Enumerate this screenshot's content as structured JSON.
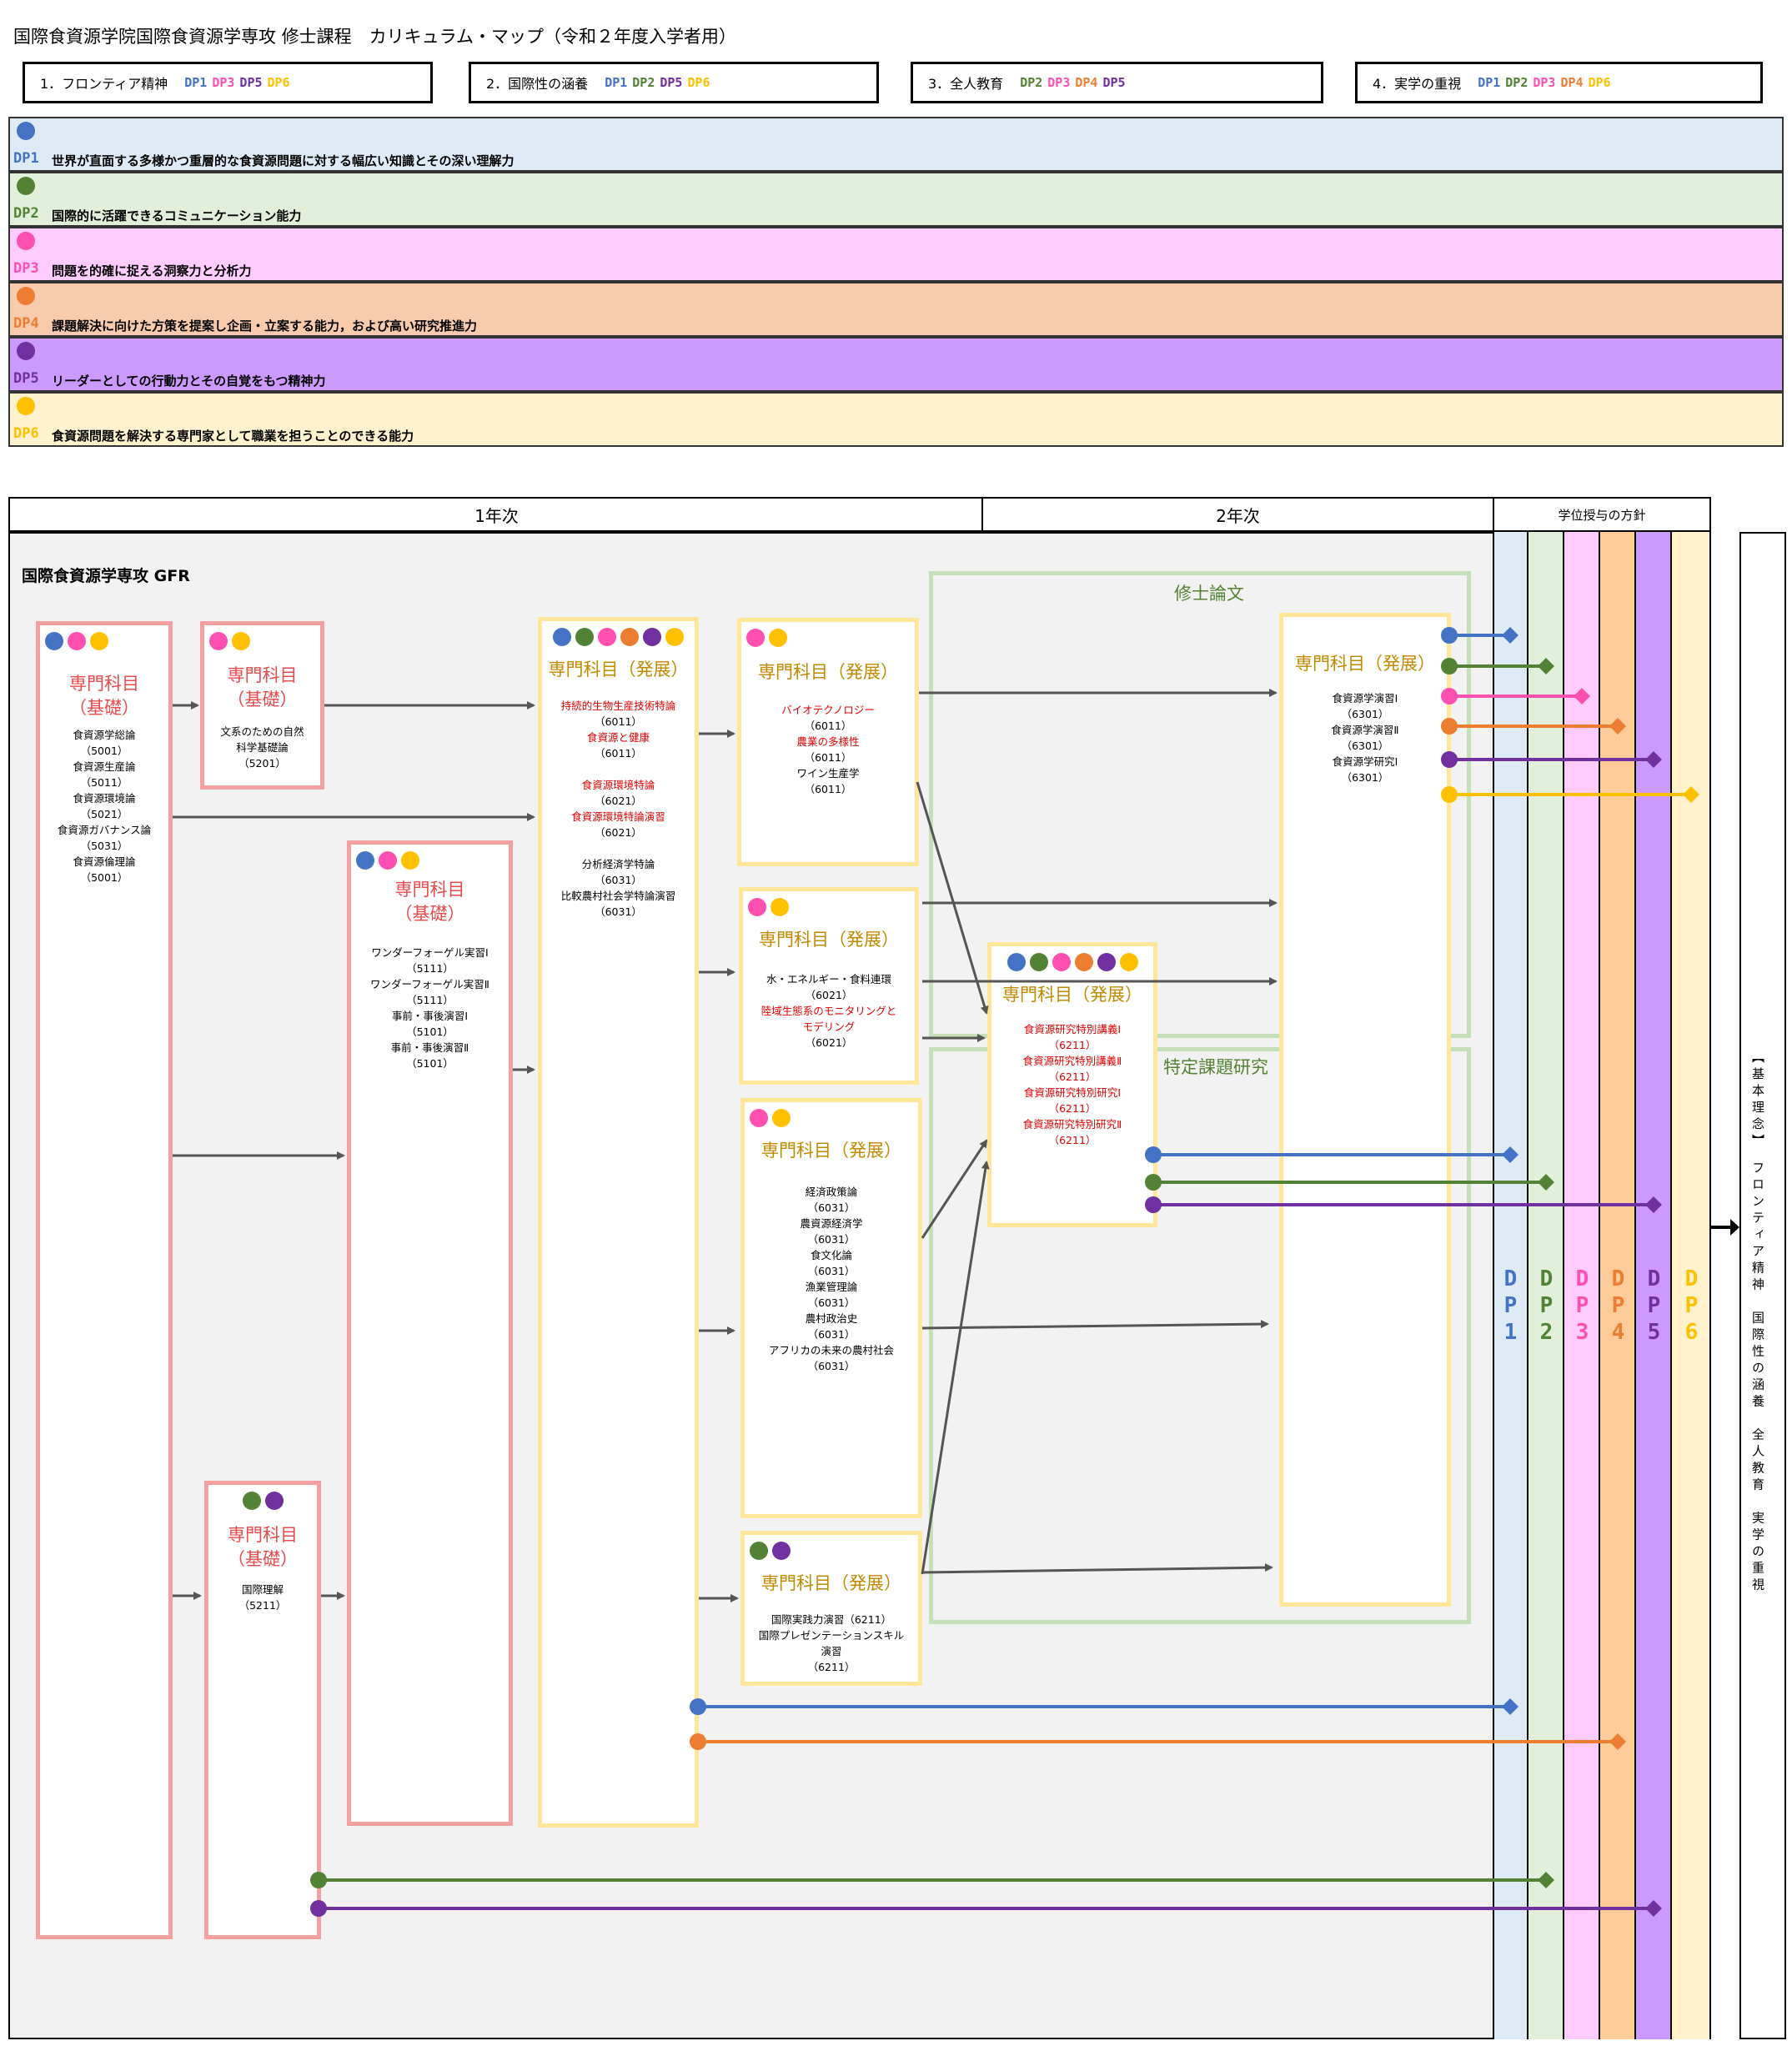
{
  "title": "国際食資源学院国際食資源学専攻 修士課程　カリキュラム・マップ（令和２年度入学者用）",
  "colors": {
    "DP1": "#4472c4",
    "DP2": "#548235",
    "DP3": "#ff4fb0",
    "DP4": "#ed7d31",
    "DP5": "#7030a0",
    "DP6": "#ffc000"
  },
  "policies": [
    {
      "label": "1．フロンティア精神",
      "dps": [
        "DP1",
        "DP3",
        "DP5",
        "DP6"
      ]
    },
    {
      "label": "2．国際性の涵養",
      "dps": [
        "DP1",
        "DP2",
        "DP5",
        "DP6"
      ]
    },
    {
      "label": "3．全人教育",
      "dps": [
        "DP2",
        "DP3",
        "DP4",
        "DP5"
      ]
    },
    {
      "label": "4．実学の重視",
      "dps": [
        "DP1",
        "DP2",
        "DP3",
        "DP4",
        "DP6"
      ]
    }
  ],
  "dp_bands": [
    {
      "label": "DP1",
      "text": "世界が直面する多様かつ重層的な食資源問題に対する幅広い知識とその深い理解力"
    },
    {
      "label": "DP2",
      "text": "国際的に活躍できるコミュニケーション能力"
    },
    {
      "label": "DP3",
      "text": "問題を的確に捉える洞察力と分析力"
    },
    {
      "label": "DP4",
      "text": "課題解決に向けた方策を提案し企画・立案する能力，および高い研究推進力"
    },
    {
      "label": "DP5",
      "text": "リーダーとしての行動力とその自覚をもつ精神力"
    },
    {
      "label": "DP6",
      "text": "食資源問題を解決する専門家として職業を担うことのできる能力"
    }
  ],
  "year1": "1年次",
  "year2": "2年次",
  "policy_header": "学位授与の方針",
  "program_label": "国際食資源学専攻 GFR",
  "thesis_label": "修士論文",
  "project_label": "特定課題研究",
  "dp_columns": [
    {
      "letters": [
        "D",
        "P",
        "1"
      ]
    },
    {
      "letters": [
        "D",
        "P",
        "2"
      ]
    },
    {
      "letters": [
        "D",
        "P",
        "3"
      ]
    },
    {
      "letters": [
        "D",
        "P",
        "4"
      ]
    },
    {
      "letters": [
        "D",
        "P",
        "5"
      ]
    },
    {
      "letters": [
        "D",
        "P",
        "6"
      ]
    }
  ],
  "courses": {
    "b1": {
      "head": [
        "専門科目",
        "（基礎）"
      ],
      "items": [
        [
          "食資源学総論",
          ""
        ],
        [
          "（5001）",
          ""
        ],
        [
          "食資源生産論",
          ""
        ],
        [
          "（5011）",
          ""
        ],
        [
          "食資源環境論",
          ""
        ],
        [
          "（5021）",
          ""
        ],
        [
          "食資源ガバナンス論",
          ""
        ],
        [
          "（5031）",
          ""
        ],
        [
          "食資源倫理論",
          ""
        ],
        [
          "（5001）",
          ""
        ]
      ]
    },
    "b2": {
      "head": [
        "専門科目",
        "（基礎）"
      ],
      "items": [
        [
          "文系のための自然",
          ""
        ],
        [
          "科学基礎論",
          ""
        ],
        [
          "（5201）",
          ""
        ]
      ]
    },
    "b3": {
      "head": [
        "専門科目",
        "（基礎）"
      ],
      "items": [
        [
          "ワンダーフォーゲル実習Ⅰ",
          ""
        ],
        [
          "（5111）",
          ""
        ],
        [
          "ワンダーフォーゲル実習Ⅱ",
          ""
        ],
        [
          "（5111）",
          ""
        ],
        [
          "事前・事後演習Ⅰ",
          ""
        ],
        [
          "（5101）",
          ""
        ],
        [
          "事前・事後演習Ⅱ",
          ""
        ],
        [
          "（5101）",
          ""
        ]
      ]
    },
    "b4": {
      "head": [
        "専門科目",
        "（基礎）"
      ],
      "items": [
        [
          "国際理解",
          ""
        ],
        [
          "（5211）",
          ""
        ]
      ]
    },
    "a1": {
      "head": [
        "専門科目（発展）"
      ],
      "items": [
        [
          "持続的生物生産技術特論",
          "red"
        ],
        [
          "（6011）",
          ""
        ],
        [
          "食資源と健康",
          "red"
        ],
        [
          "（6011）",
          ""
        ],
        [
          "",
          ""
        ],
        [
          "食資源環境特論",
          "red"
        ],
        [
          "（6021）",
          ""
        ],
        [
          "食資源環境特論演習",
          "red"
        ],
        [
          "（6021）",
          ""
        ],
        [
          "",
          ""
        ],
        [
          "分析経済学特論",
          ""
        ],
        [
          "（6031）",
          ""
        ],
        [
          "比較農村社会学特論演習",
          ""
        ],
        [
          "（6031）",
          ""
        ]
      ]
    },
    "a2": {
      "head": [
        "専門科目（発展）"
      ],
      "items": [
        [
          "バイオテクノロジー",
          "red"
        ],
        [
          "（6011）",
          ""
        ],
        [
          "農業の多様性",
          "red"
        ],
        [
          "（6011）",
          ""
        ],
        [
          "ワイン生産学",
          ""
        ],
        [
          "（6011）",
          ""
        ]
      ]
    },
    "a3": {
      "head": [
        "専門科目（発展）"
      ],
      "items": [
        [
          "水・エネルギー・食料連環",
          ""
        ],
        [
          "（6021）",
          ""
        ],
        [
          "陸域生態系のモニタリングと",
          "red"
        ],
        [
          "モデリング",
          "red"
        ],
        [
          "（6021）",
          ""
        ]
      ]
    },
    "a4": {
      "head": [
        "専門科目（発展）"
      ],
      "items": [
        [
          "経済政策論",
          ""
        ],
        [
          "（6031）",
          ""
        ],
        [
          "農資源経済学",
          ""
        ],
        [
          "（6031）",
          ""
        ],
        [
          "食文化論",
          ""
        ],
        [
          "（6031）",
          ""
        ],
        [
          "漁業管理論",
          ""
        ],
        [
          "（6031）",
          ""
        ],
        [
          "農村政治史",
          ""
        ],
        [
          "（6031）",
          ""
        ],
        [
          "アフリカの未来の農村社会",
          ""
        ],
        [
          "（6031）",
          ""
        ]
      ]
    },
    "a5": {
      "head": [
        "専門科目（発展）"
      ],
      "items": [
        [
          "国際実践力演習（6211）",
          ""
        ],
        [
          "国際プレゼンテーションスキル",
          ""
        ],
        [
          "演習",
          ""
        ],
        [
          "（6211）",
          ""
        ]
      ]
    },
    "a6": {
      "head": [
        "専門科目（発展）"
      ],
      "items": [
        [
          "食資源研究特別講義Ⅰ",
          "red"
        ],
        [
          "（6211）",
          "red"
        ],
        [
          "食資源研究特別講義Ⅱ",
          "red"
        ],
        [
          "（6211）",
          "red"
        ],
        [
          "食資源研究特別研究Ⅰ",
          "red"
        ],
        [
          "（6211）",
          "red"
        ],
        [
          "食資源研究特別研究Ⅱ",
          "red"
        ],
        [
          "（6211）",
          "red"
        ]
      ]
    },
    "a7": {
      "head": [
        "専門科目（発展）"
      ],
      "items": [
        [
          "食資源学演習Ⅰ",
          ""
        ],
        [
          "（6301）",
          ""
        ],
        [
          "食資源学演習Ⅱ",
          ""
        ],
        [
          "（6301）",
          ""
        ],
        [
          "食資源学研究Ⅰ",
          ""
        ],
        [
          "（6301）",
          ""
        ]
      ]
    }
  },
  "course_dots": {
    "b1": [
      "DP1",
      "DP3",
      "DP6"
    ],
    "b2": [
      "DP3",
      "DP6"
    ],
    "b3": [
      "DP1",
      "DP3",
      "DP6"
    ],
    "b4": [
      "DP2",
      "DP5"
    ],
    "a1": [
      "DP1",
      "DP2",
      "DP3",
      "DP4",
      "DP5",
      "DP6"
    ],
    "a2": [
      "DP3",
      "DP6"
    ],
    "a3": [
      "DP3",
      "DP6"
    ],
    "a4": [
      "DP3",
      "DP6"
    ],
    "a5": [
      "DP2",
      "DP5"
    ],
    "a6": [
      "DP1",
      "DP2",
      "DP3",
      "DP4",
      "DP5",
      "DP6"
    ],
    "a7": []
  },
  "vertical_text": "【基本理念】　フロンティア精神　国際性の涵養　全人教育　実学の重視"
}
